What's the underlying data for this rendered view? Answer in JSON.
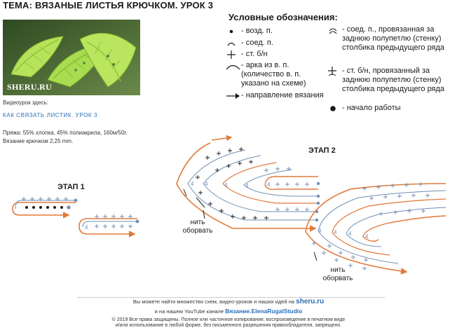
{
  "title": "ТЕМА: ВЯЗАНЫЕ ЛИСТЬЯ КРЮЧКОМ. УРОК 3",
  "photo": {
    "watermark": "SHERU.RU"
  },
  "video": {
    "label": "Видеоурок здесь:",
    "link": "КАК СВЯЗАТЬ ЛИСТИК. УРОК 3"
  },
  "yarn": "Пряжа: 55% хлопка, 45% полиакрила, 160м/50г. Вязание крючком 2,25 mm.",
  "legend": {
    "title": "Условные обозначения:",
    "items": [
      {
        "icon": "dot-icon",
        "text": "- возд. п."
      },
      {
        "icon": "arc-small-icon",
        "text": "- соед. п."
      },
      {
        "icon": "plus-icon",
        "text": "- ст. б/н"
      },
      {
        "icon": "arch-icon",
        "text": "- арка из в. п. (количество в. п. указано на схеме)"
      },
      {
        "icon": "arrow-right-icon",
        "text": "- направление вязания"
      },
      {
        "icon": "double-arc-icon",
        "text": "- соед. п., провязанная за заднюю полупетлю (стенку) столбика предыдущего ряда"
      },
      {
        "icon": "plus-arc-icon",
        "text": "- ст. б/н, провязанный за заднюю полупетлю (стенку) столбика предыдущего ряда"
      },
      {
        "icon": "big-dot-icon",
        "text": "- начало работы"
      }
    ]
  },
  "stages": {
    "stage1": "ЭТАП 1",
    "stage2": "ЭТАП 2"
  },
  "notes": {
    "cut1": "нить оборвать",
    "cut2": "нить оборвать"
  },
  "chain_counts": [
    "4",
    "4",
    "4",
    "4",
    "4",
    "4",
    "4",
    "4",
    "4"
  ],
  "footer": {
    "line1_pre": "Вы можете найти множество схем, видео-уроков и наших идей на",
    "site": "sheru.ru",
    "line2_pre": "и на нашем YouTube канале",
    "channel": "Вязание.ElenaRugalStudio",
    "line3": "© 2019 Все права защищены. Полное или частичное копирование, воспроизведение в печатном виде",
    "line4": "и/или использование в любой форме, без письменного разрешения правообладателя, запрещено."
  },
  "colors": {
    "orange": "#e2793a",
    "blue": "#6f8fb5",
    "link": "#2a6db8",
    "leaf": "#a9dc4f"
  }
}
